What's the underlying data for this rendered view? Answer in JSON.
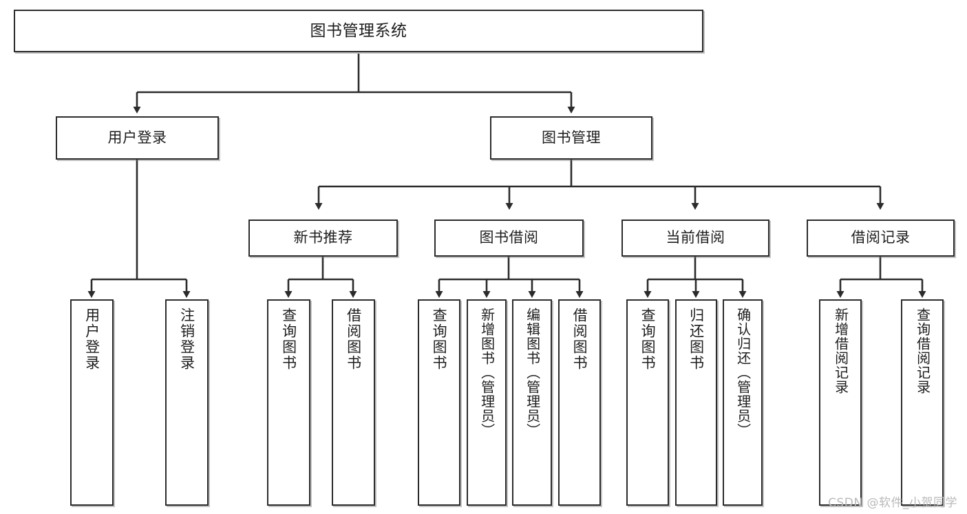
{
  "diagram": {
    "title": "图书管理系统",
    "type": "tree",
    "colors": {
      "box_border": "#2b2b2b",
      "box_fill": "#ffffff",
      "edge": "#2b2b2b",
      "watermark": "#b9b9b9"
    },
    "levels": {
      "root_label": "图书管理系统",
      "level2_labels": [
        "用户登录",
        "图书管理"
      ],
      "level3_labels": [
        "新书推荐",
        "图书借阅",
        "当前借阅",
        "借阅记录"
      ]
    },
    "nodes": {
      "root": {
        "label": "图书管理系统"
      },
      "user_login": {
        "label": "用户登录"
      },
      "book_manage": {
        "label": "图书管理"
      },
      "new_book_rec": {
        "label": "新书推荐"
      },
      "book_borrow": {
        "label": "图书借阅"
      },
      "current_borrow": {
        "label": "当前借阅"
      },
      "borrow_record": {
        "label": "借阅记录"
      },
      "leaf_user_login": {
        "label": "用户登录"
      },
      "leaf_logout_login": {
        "label": "注销登录"
      },
      "leaf_query_book_a": {
        "label": "查询图书"
      },
      "leaf_borrow_book_a": {
        "label": "借阅图书"
      },
      "leaf_query_book_b": {
        "label": "查询图书"
      },
      "leaf_add_book_admin": {
        "label": "新增图书（管理员）"
      },
      "leaf_edit_book_admin": {
        "label": "编辑图书（管理员）"
      },
      "leaf_borrow_book_b": {
        "label": "借阅图书"
      },
      "leaf_query_book_c": {
        "label": "查询图书"
      },
      "leaf_return_book": {
        "label": "归还图书"
      },
      "leaf_confirm_return_admin": {
        "label": "确认归还（管理员）"
      },
      "leaf_add_borrow_record": {
        "label": "新增借阅记录"
      },
      "leaf_query_borrow_record": {
        "label": "查询借阅记录"
      }
    },
    "edges": [
      {
        "from": "root",
        "to": "user_login"
      },
      {
        "from": "root",
        "to": "book_manage"
      },
      {
        "from": "user_login",
        "to": "leaf_user_login"
      },
      {
        "from": "user_login",
        "to": "leaf_logout_login"
      },
      {
        "from": "book_manage",
        "to": "new_book_rec"
      },
      {
        "from": "book_manage",
        "to": "book_borrow"
      },
      {
        "from": "book_manage",
        "to": "current_borrow"
      },
      {
        "from": "book_manage",
        "to": "borrow_record"
      },
      {
        "from": "new_book_rec",
        "to": "leaf_query_book_a"
      },
      {
        "from": "new_book_rec",
        "to": "leaf_borrow_book_a"
      },
      {
        "from": "book_borrow",
        "to": "leaf_query_book_b"
      },
      {
        "from": "book_borrow",
        "to": "leaf_add_book_admin"
      },
      {
        "from": "book_borrow",
        "to": "leaf_edit_book_admin"
      },
      {
        "from": "book_borrow",
        "to": "leaf_borrow_book_b"
      },
      {
        "from": "current_borrow",
        "to": "leaf_query_book_c"
      },
      {
        "from": "current_borrow",
        "to": "leaf_return_book"
      },
      {
        "from": "current_borrow",
        "to": "leaf_confirm_return_admin"
      },
      {
        "from": "borrow_record",
        "to": "leaf_add_borrow_record"
      },
      {
        "from": "borrow_record",
        "to": "leaf_query_borrow_record"
      }
    ],
    "watermark": "CSDN @软件_小贺同学"
  }
}
